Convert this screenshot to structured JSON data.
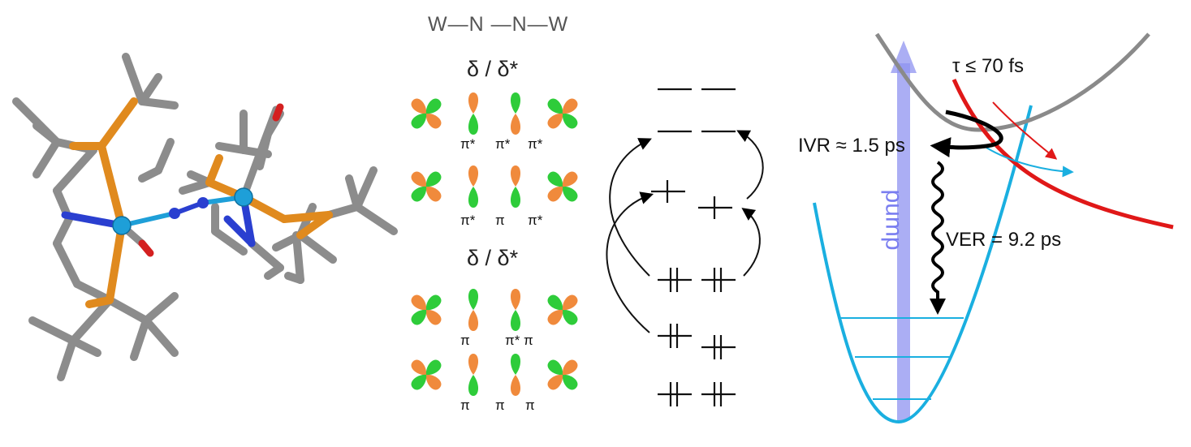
{
  "molecule": {
    "colors": {
      "carbon": "#8c8c8c",
      "phosphorus": "#e08a1e",
      "nitrogen": "#2a3fd0",
      "tungsten": "#1e9fd8",
      "oxygen": "#d42020"
    }
  },
  "orbitals": {
    "formula": "W—N —N—W",
    "section_labels": [
      "δ / δ*",
      "δ / δ*"
    ],
    "rows": [
      {
        "labels": [
          "π*",
          "π*",
          "π*"
        ]
      },
      {
        "labels": [
          "π*",
          "π",
          "π*"
        ]
      },
      {
        "labels": [
          "π",
          "π*",
          "π"
        ]
      },
      {
        "labels": [
          "π",
          "π",
          "π"
        ]
      }
    ],
    "colors": {
      "lobe_a": "#f08a3c",
      "lobe_b": "#2ecc3a"
    }
  },
  "energy_levels": {
    "levels": [
      {
        "occupancy": "empty"
      },
      {
        "occupancy": "empty"
      },
      {
        "occupancy": "single"
      },
      {
        "occupancy": "double"
      },
      {
        "occupancy": "double"
      },
      {
        "occupancy": "double"
      }
    ]
  },
  "pes": {
    "tau_label": "τ ≤ 70 fs",
    "ivr_label": "IVR ≈ 1.5 ps",
    "ver_label": "VER = 9.2 ps",
    "pump_label": "pump",
    "colors": {
      "ground": "#1aafe0",
      "excited": "#8a8a8a",
      "dissociative": "#e01818",
      "pump": "#8f93f0",
      "arrows": "#000000"
    }
  }
}
